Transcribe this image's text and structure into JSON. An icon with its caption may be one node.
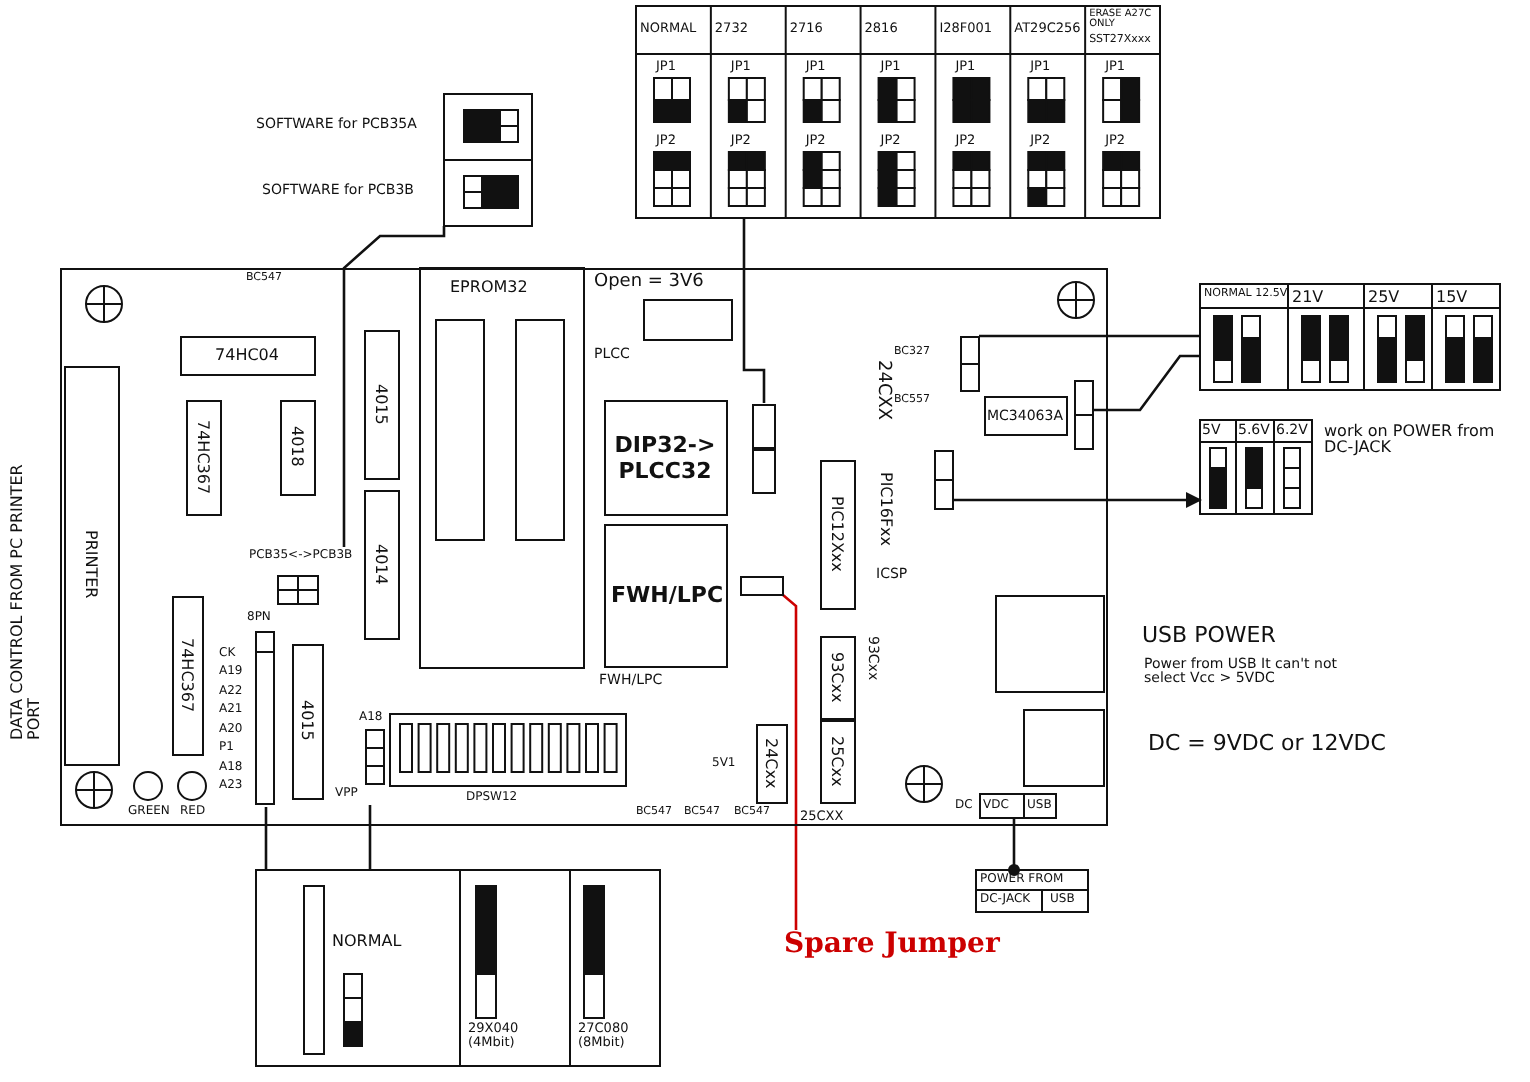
{
  "diagram": {
    "nodes": [
      {
        "text": [],
        "shape": "box"
      },
      {
        "text": [
          "SOFTWARE for PCB35A",
          "SOFTWARE for PCB3B"
        ]
      },
      {
        "text": [
          "NORMAL",
          "2732",
          "2716",
          "2816",
          "I28F001",
          "AT29C256",
          "ERASE A27C ONLY",
          "SST27Xxxx",
          "JP1",
          "JP1",
          "JP1",
          "JP1",
          "JP1",
          "JP1",
          "JP1",
          "JP2",
          "JP2",
          "JP2",
          "JP2",
          "JP2",
          "JP2",
          "JP2"
        ]
      },
      {
        "text": [
          "NORMAL 12.5V",
          "21V",
          "25V",
          "15V"
        ]
      },
      {
        "text": [
          "5V",
          "5.6V",
          "6.2V"
        ],
        "beside": [
          "work on POWER from DC-JACK"
        ]
      },
      {
        "text": [
          "NORMAL",
          "29X040 (4Mbit)",
          "27C080 (8Mbit)"
        ]
      },
      {
        "text": [
          "POWER FROM",
          "DC-JACK",
          "USB"
        ]
      },
      {
        "text": [
          "Spare Jumper"
        ]
      },
      {
        "text": [],
        "shape": "box",
        "in": 0
      },
      {
        "text": [],
        "shape": "box",
        "in": 0
      },
      {
        "text": [],
        "shape": "box",
        "in": 0
      },
      {
        "text": [],
        "shape": "box",
        "in": 0
      },
      {
        "text": [
          "PCB35<->PCB3B"
        ],
        "in": 0
      },
      {
        "text": [
          "8PN"
        ],
        "beside": [
          "CK",
          "A19",
          "A22",
          "A21",
          "A20",
          "P1",
          "A18",
          "A23"
        ],
        "in": 0
      },
      {
        "text": [
          "A18"
        ],
        "beside": [
          "VPP"
        ],
        "in": 0
      },
      {
        "text": [],
        "shape": "box",
        "in": 0
      },
      {
        "text": [
          "VDC",
          "USB"
        ],
        "beside": [
          "DC"
        ],
        "in": 0
      },
      {
        "text": [
          "74HC04"
        ],
        "in": 0
      },
      {
        "text": [
          "74HC367"
        ],
        "in": 0
      },
      {
        "text": [
          "4018"
        ],
        "in": 0
      },
      {
        "text": [
          "4015"
        ],
        "in": 0
      },
      {
        "text": [
          "4014"
        ],
        "in": 0
      },
      {
        "text": [
          "74HC367"
        ],
        "in": 0
      },
      {
        "text": [
          "4015"
        ],
        "in": 0
      },
      {
        "text": [
          "DIP32-> PLCC32"
        ],
        "in": 0
      },
      {
        "text": [
          "FWH/LPC"
        ],
        "beside": [
          "FWH/LPC"
        ],
        "in": 0
      },
      {
        "text": [
          "PIC12Xxx"
        ],
        "in": 0
      },
      {
        "text": [
          "MC34063A"
        ],
        "in": 0
      },
      {
        "text": [
          "93Cxx"
        ],
        "in": 0
      },
      {
        "text": [
          "24Cxx"
        ],
        "in": 0
      },
      {
        "text": [
          "25Cxx"
        ],
        "in": 0
      },
      {
        "text": [
          "PRINTER"
        ],
        "in": 0
      }
    ],
    "edges": [
      {
        "from": 1,
        "to": 12,
        "arrow": "none"
      },
      {
        "from": 2,
        "to": 8,
        "arrow": "none"
      },
      {
        "from": 3,
        "to": 9,
        "arrow": "none"
      },
      {
        "from": 3,
        "to": 10,
        "arrow": "none"
      },
      {
        "from": 11,
        "to": 4,
        "arrow": "to"
      },
      {
        "from": 13,
        "to": 5,
        "arrow": "none"
      },
      {
        "from": 14,
        "to": 5,
        "arrow": "none"
      },
      {
        "from": 16,
        "to": 6,
        "arrow": "other"
      },
      {
        "from": 7,
        "to": 15,
        "arrow": "none",
        "color": "#cc0000"
      }
    ],
    "labels": [
      "EPROM32",
      "Open = 3V6",
      "PLCC",
      "24CXX",
      "BC327",
      "BC557",
      "PIC16Fxx",
      "ICSP",
      "93Cxx",
      "25CXX",
      "BC547",
      "DATA CONTROL FROM PC PRINTER PORT",
      "DPSW12",
      "5V1",
      "GREEN",
      "RED",
      "BC547",
      "BC547",
      "BC547",
      "USB POWER",
      "Power from USB It can't not select Vcc > 5VDC",
      "DC = 9VDC or 12VDC"
    ]
  }
}
